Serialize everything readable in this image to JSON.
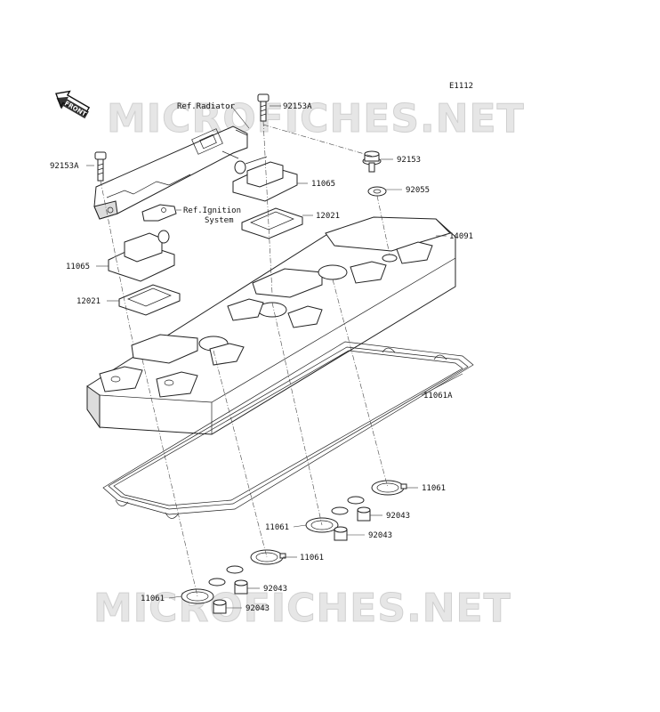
{
  "diagram_code": "E1112",
  "watermark": "MICROFICHES.NET",
  "front_label": "FRONT",
  "refs": {
    "radiator": "Ref.Radiator",
    "ignition_line1": "Ref.Ignition",
    "ignition_line2": "System"
  },
  "labels": {
    "p92153A_top": "92153A",
    "p92153A_left": "92153A",
    "p11065_right": "11065",
    "p11065_left": "11065",
    "p12021_right": "12021",
    "p12021_left": "12021",
    "p92153": "92153",
    "p92055": "92055",
    "p14091": "14091",
    "p11061A": "11061A",
    "p11061_a": "11061",
    "p11061_b": "11061",
    "p11061_c": "11061",
    "p11061_d": "11061",
    "p92043_a": "92043",
    "p92043_b": "92043",
    "p92043_c": "92043",
    "p92043_d": "92043"
  }
}
